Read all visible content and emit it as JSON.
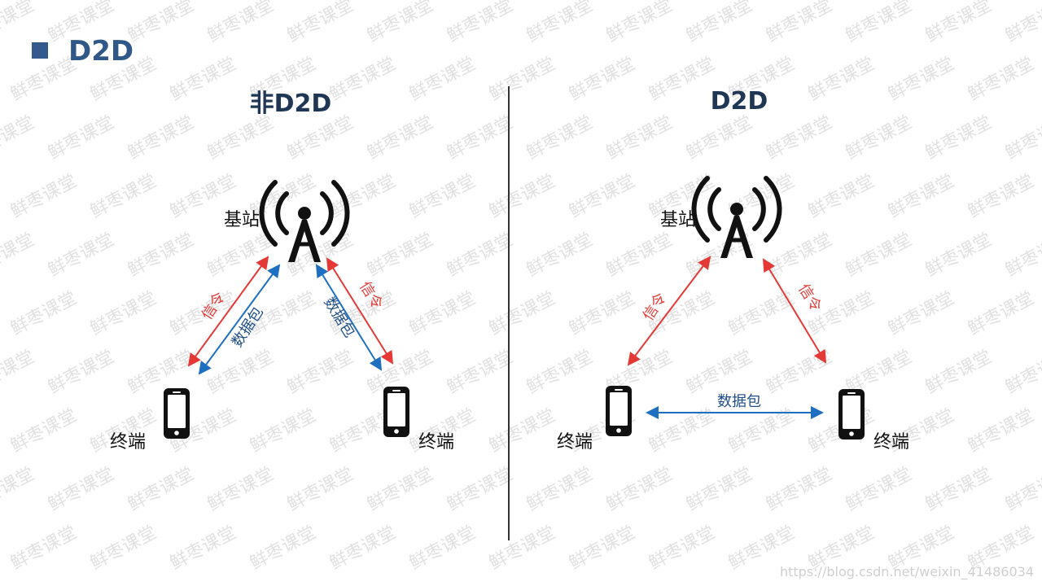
{
  "header": {
    "title": "D2D"
  },
  "panels": {
    "left": {
      "title": "非D2D",
      "base_station_label": "基站",
      "terminal_left_label": "终端",
      "terminal_right_label": "终端",
      "signal_left_label": "信令",
      "packet_left_label": "数据包",
      "signal_right_label": "信令",
      "packet_right_label": "数据包"
    },
    "right": {
      "title": "D2D",
      "base_station_label": "基站",
      "terminal_left_label": "终端",
      "terminal_right_label": "终端",
      "signal_left_label": "信令",
      "signal_right_label": "信令",
      "packet_direct_label": "数据包"
    }
  },
  "colors": {
    "header": "#34598c",
    "signal": "#e53935",
    "packet": "#1e6fc0",
    "text": "#111111",
    "divider": "#333333"
  },
  "watermark": {
    "text": "鲜枣课堂",
    "url": "https://blog.csdn.net/weixin_41486034"
  },
  "icons": {
    "base_station": "antenna-icon",
    "terminal": "smartphone-icon"
  }
}
